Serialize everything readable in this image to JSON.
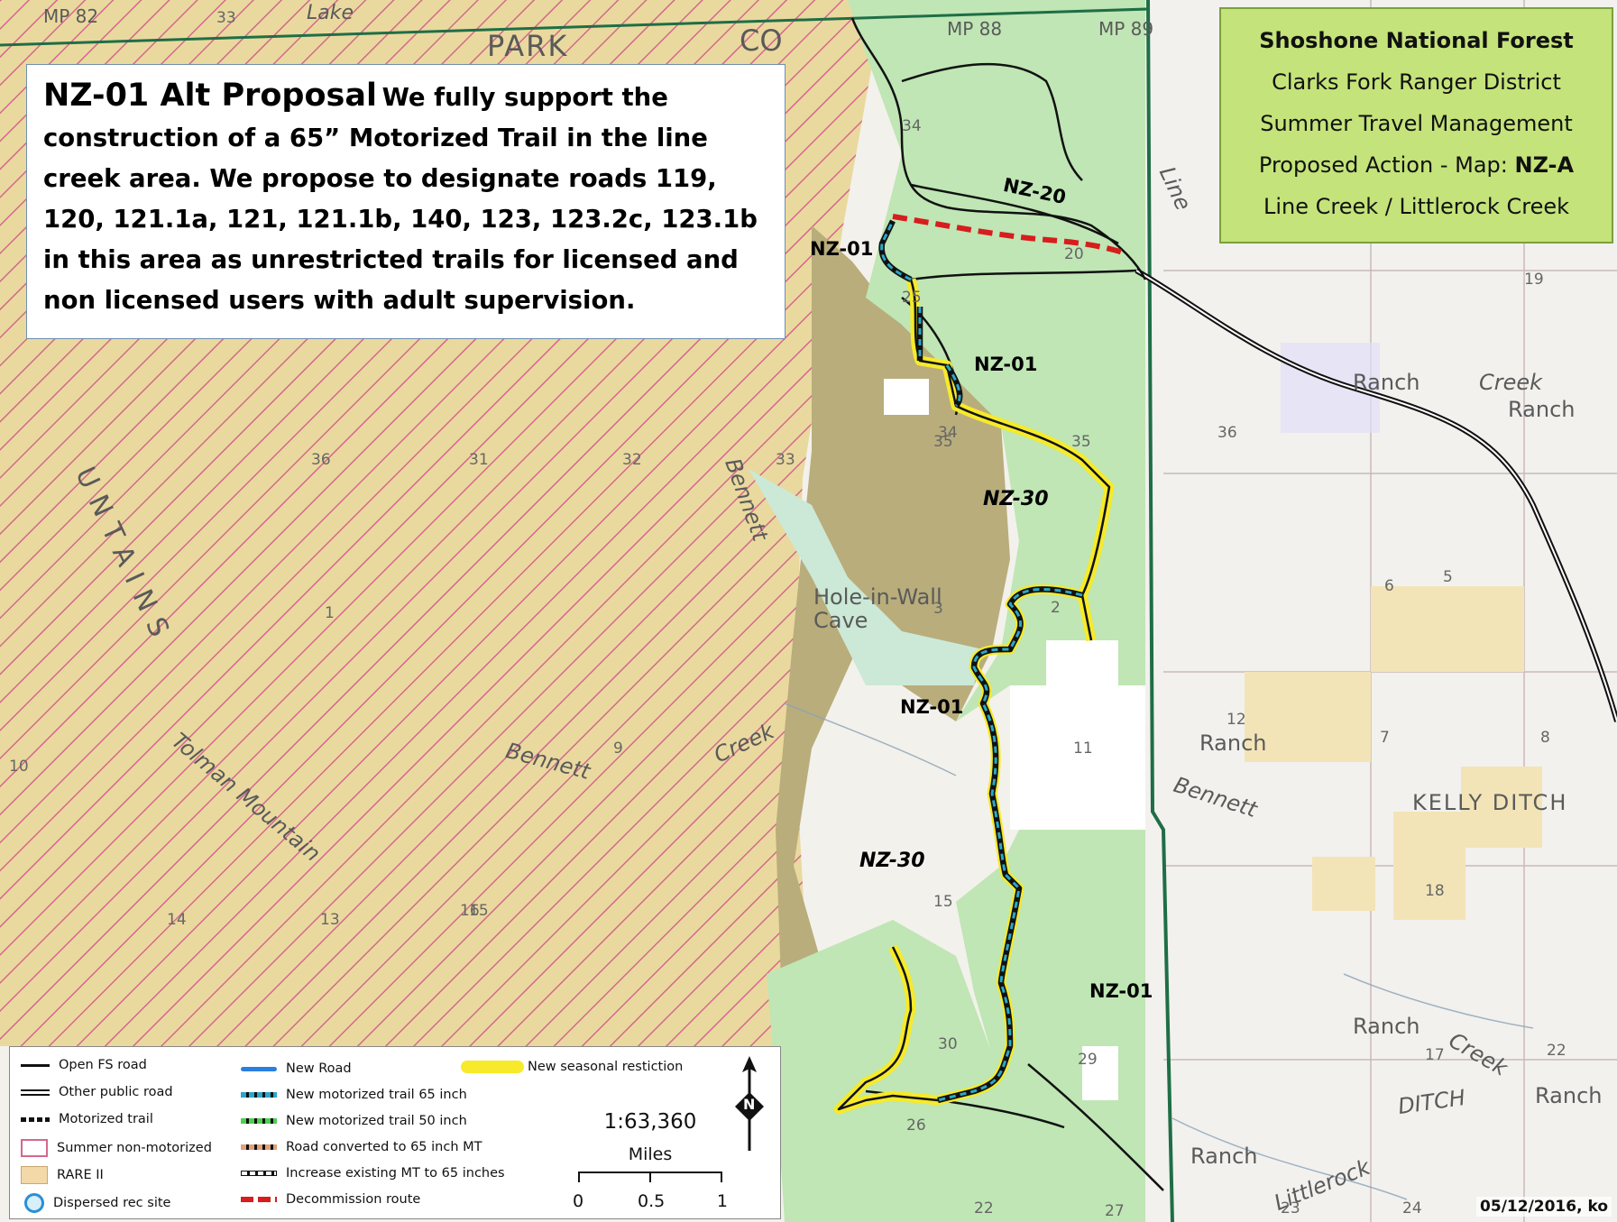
{
  "proposal": {
    "title": "NZ-01 Alt Proposal",
    "body": "We fully support the construction of a 65” Motorized Trail in the line creek area.  We propose to designate roads 119, 120, 121.1a, 121, 121.1b, 140, 123, 123.2c, 123.1b in this area as unrestricted trails for licensed and non licensed users with adult supervision."
  },
  "title_box": {
    "line1": "Shoshone National Forest",
    "line2": "Clarks Fork Ranger District",
    "line3": "Summer Travel Management",
    "line4_prefix": "Proposed Action - Map:  ",
    "line4_map": "NZ-A",
    "line5": "Line Creek / Littlerock Creek"
  },
  "trail_labels": {
    "nz01_a": "NZ-01",
    "nz01_b": "NZ-01",
    "nz01_c": "NZ-01",
    "nz01_d": "NZ-01",
    "nz20": "NZ-20",
    "nz30_a": "NZ-30",
    "nz30_b": "NZ-30"
  },
  "place_names": {
    "park": "PARK",
    "co": "CO",
    "lake": "Lake",
    "hole_in_wall": "Hole-in-Wall",
    "cave": "Cave",
    "bennett_creek": "Bennett",
    "creek_w": "Creek",
    "tolman_mountain": "Tolman Mountain",
    "ranch1": "Ranch",
    "creek_ranch": "Creek",
    "ranch2": "Ranch",
    "ranch3": "Ranch",
    "bennett_e": "Bennett",
    "kelly_ditch": "KELLY  DITCH",
    "ranch4": "Ranch",
    "creek_e": "Creek",
    "ditch": "DITCH",
    "ranch5": "Ranch",
    "ranch6": "Ranch",
    "littlerock": "Littlerock",
    "line_creek": "Line",
    "mountains": "UNTAINS",
    "mp82": "MP 82",
    "mp88": "MP 88",
    "mp89": "MP 89"
  },
  "section_numbers": [
    "33",
    "34",
    "35",
    "36",
    "31",
    "32",
    "33",
    "34",
    "35",
    "36",
    "1",
    "2",
    "3",
    "6",
    "5",
    "10",
    "11",
    "12",
    "7",
    "8",
    "15",
    "14",
    "13",
    "18",
    "17",
    "22",
    "23",
    "24",
    "19",
    "20",
    "25",
    "30",
    "29",
    "26",
    "27",
    "22",
    "15",
    "9",
    "16"
  ],
  "legend": {
    "open_fs_road": "Open FS road",
    "other_public_road": "Other public road",
    "motorized_trail": "Motorized trail",
    "summer_non_motorized": "Summer non-motorized",
    "rare_ii": "RARE II",
    "dispersed_rec_site": "Dispersed rec site",
    "new_road": "New Road",
    "new_mt_65": "New motorized trail 65 inch",
    "new_mt_50": "New motorized trail 50 inch",
    "road_converted_65": "Road converted to 65 inch MT",
    "increase_existing_65": "Increase existing MT to 65 inches",
    "decommission_route": "Decommission route",
    "new_seasonal": "New seasonal restiction",
    "scale_ratio": "1:63,360",
    "scale_unit": "Miles",
    "scale_0": "0",
    "scale_05": "0.5",
    "scale_1": "1",
    "north": "N"
  },
  "date": "05/12/2016, ko",
  "colors": {
    "forest_green": "#bfe6b4",
    "olive": "#b5a87a",
    "rare_fill": "#e8d9a6",
    "hatch": "#d4688e",
    "boundary": "#1f6e46",
    "trail_blue": "#2aa7c9",
    "seasonal_yellow": "#f6ea2a",
    "decommission_red": "#d71d1d",
    "title_green": "#c4e37a"
  }
}
